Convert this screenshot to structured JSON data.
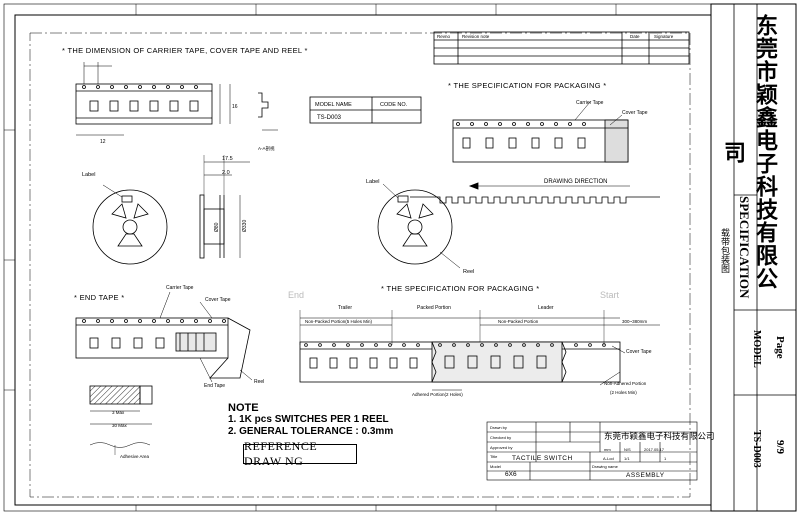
{
  "titles": {
    "carrier_dimension": "* THE DIMENSION OF CARRIER TAPE, COVER TAPE AND REEL *",
    "packaging_top": "* THE SPECIFICATION FOR PACKAGING *",
    "packaging_bottom": "* THE SPECIFICATION FOR PACKAGING *",
    "end_tape": "* END TAPE *"
  },
  "labels": {
    "carrier_tape": "Carrier Tape",
    "cover_tape": "Cover Tape",
    "drawing_direction": "DRAWING DIRECTION",
    "label": "Label",
    "reel": "Reel",
    "end_tape": "End Tape",
    "trailer": "Trailer",
    "packed_portion": "Packed Portion",
    "leader": "Leader",
    "non_packed_portion_5": "Non-Packed Portion(5 Holes Min)",
    "non_packed_portion": "Non-Packed Portion",
    "range_300_380": "300~380mm",
    "non_adhered_portion": "Non-Adhered Portion",
    "two_holes_min": "(2 Holes Min)",
    "adhered_portion": "Adhered Portion(2 Holes)",
    "adhesive_area": "Adhesive Area",
    "end": "End",
    "start": "Start",
    "section_aa": "A-A剖视",
    "dim_3_max": "3 Max",
    "dim_30_max": "30 Max"
  },
  "dimensions": {
    "d_175": "17.5",
    "d_20": "2.0",
    "d_330": "Ø330",
    "d_80": "Ø80",
    "d_12": "12",
    "d_16": "16"
  },
  "model_table": {
    "headers": [
      "MODEL NAME",
      "CODE NO."
    ],
    "rows": [
      [
        "TS-D003",
        ""
      ]
    ]
  },
  "revision_table": {
    "headers": [
      "Revno",
      "Revision note",
      "Date",
      "Signature"
    ]
  },
  "note": {
    "title": "NOTE",
    "items": [
      "1.   1K pcs SWITCHES PER 1 REEL",
      "2.   GENERAL TOLERANCE : 0.3mm"
    ]
  },
  "reference_drawing": "REFERENCE DRAW NG",
  "title_block": {
    "company": "东莞市颖鑫电子科技有限公司",
    "drawn_by": "Drawn by",
    "checked_by": "Checked by",
    "approved_by": "Approved by",
    "unit": "mm",
    "tol": "N/S",
    "date": "2017.05.17",
    "scale": "A-Lod",
    "ratio": "1/1",
    "sheet": "1",
    "title_label": "Title",
    "title": "TACTILE SWITCH",
    "model_label": "Model",
    "model_size": "6X6",
    "drawing_name_label": "Drawing name",
    "drawing_name": "ASSEMBLY"
  },
  "side_panel": {
    "company": "东莞市颖鑫电子科技有限公司",
    "spec": "SPECIFICATION",
    "subtitle": "载带包装图",
    "page_label": "Page",
    "page_no": "9/9",
    "model_label": "MODEL",
    "model_no": "TS-D003"
  }
}
